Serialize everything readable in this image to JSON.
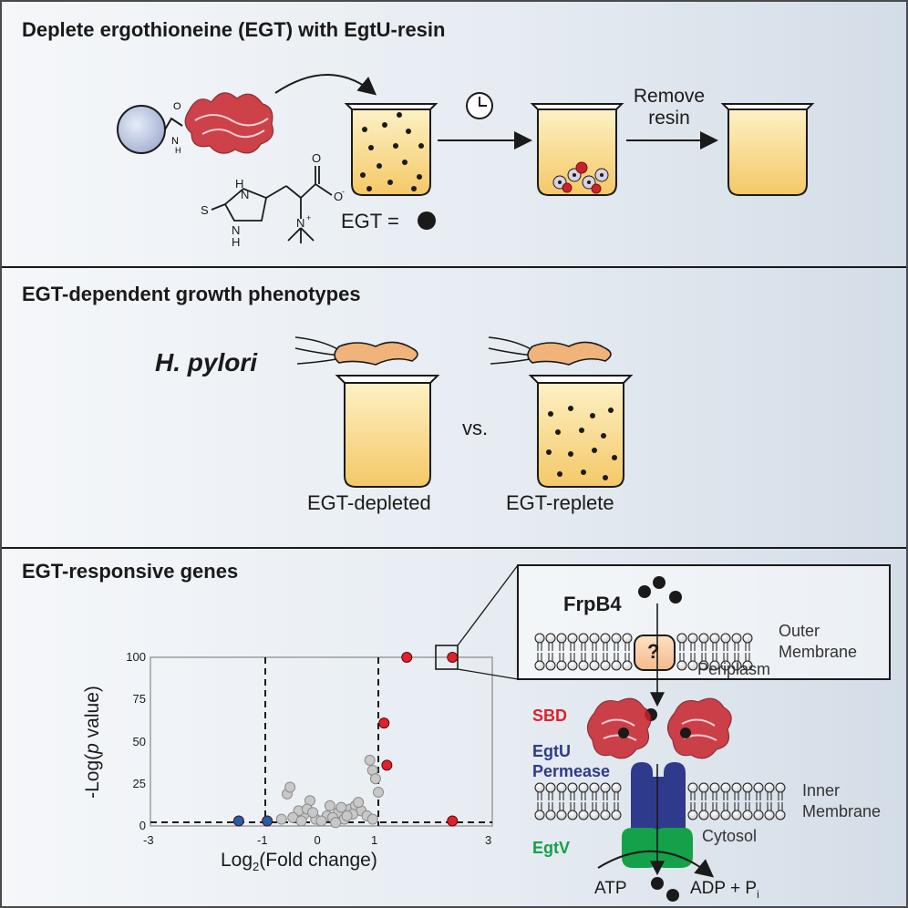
{
  "sections": {
    "deplete_title": "Deplete ergothioneine (EGT) with EgtU-resin",
    "growth_title": "EGT-dependent growth phenotypes",
    "genes_title": "EGT-responsive genes"
  },
  "deplete": {
    "egt_legend": "EGT =",
    "remove_resin_line1": "Remove",
    "remove_resin_line2": "resin",
    "clock_icon": "clock-icon"
  },
  "growth": {
    "organism": "H. pylori",
    "vs": "vs.",
    "depleted_label": "EGT-depleted",
    "replete_label": "EGT-replete"
  },
  "mechanism": {
    "frpb4": "FrpB4",
    "unknown": "?",
    "outer_membrane_line1": "Outer",
    "outer_membrane_line2": "Membrane",
    "periplasm": "Periplasm",
    "sbd": "SBD",
    "egtu": "EgtU",
    "permease": "Permease",
    "inner_membrane_line1": "Inner",
    "inner_membrane_line2": "Membrane",
    "cytosol": "Cytosol",
    "egtv": "EgtV",
    "atp": "ATP",
    "adp": "ADP + P",
    "adp_sub": "i",
    "colors": {
      "sbd": "#e0212b",
      "egtu": "#2e3a8c",
      "egtv": "#14a14a"
    }
  },
  "chart_data": {
    "type": "scatter",
    "xlabel": "Log2(Fold change)",
    "ylabel": "-Log(p value)",
    "xlim": [
      -3,
      3
    ],
    "ylim": [
      0,
      100
    ],
    "xticks": [
      "-3",
      "-1",
      "0",
      "1",
      "3"
    ],
    "yticks": [
      "0",
      "25",
      "50",
      "75",
      "100"
    ],
    "thresholds": {
      "fold_change": [
        -1,
        1
      ],
      "p": 1.3
    },
    "series": [
      {
        "color": "#e0212b",
        "points": [
          [
            1.5,
            100
          ],
          [
            2.3,
            100
          ],
          [
            1.1,
            61
          ],
          [
            1.15,
            36
          ],
          [
            2.3,
            3
          ]
        ]
      },
      {
        "color": "#1f5fae",
        "points": [
          [
            -1.45,
            3
          ],
          [
            -0.95,
            3
          ]
        ]
      },
      {
        "color": "#c8c8c8",
        "points": [
          [
            -0.2,
            15
          ],
          [
            -0.6,
            19
          ],
          [
            -0.55,
            23
          ],
          [
            0.85,
            39
          ],
          [
            0.9,
            33
          ],
          [
            0.95,
            28
          ],
          [
            1.0,
            20
          ],
          [
            0.5,
            10
          ],
          [
            0.3,
            8
          ],
          [
            -0.3,
            7
          ],
          [
            -0.4,
            9
          ],
          [
            0.1,
            6
          ],
          [
            0.2,
            5
          ],
          [
            0.6,
            12
          ],
          [
            0.7,
            9
          ],
          [
            -0.1,
            4
          ],
          [
            0.0,
            3
          ],
          [
            0.4,
            4
          ],
          [
            -0.5,
            5
          ],
          [
            -0.7,
            4
          ],
          [
            0.8,
            6
          ],
          [
            0.35,
            11
          ],
          [
            -0.25,
            10
          ],
          [
            0.15,
            12
          ],
          [
            0.55,
            7
          ],
          [
            -0.15,
            8
          ],
          [
            0.65,
            14
          ],
          [
            0.25,
            2
          ],
          [
            -0.35,
            3
          ],
          [
            0.9,
            4
          ],
          [
            0.45,
            6
          ]
        ]
      }
    ]
  }
}
